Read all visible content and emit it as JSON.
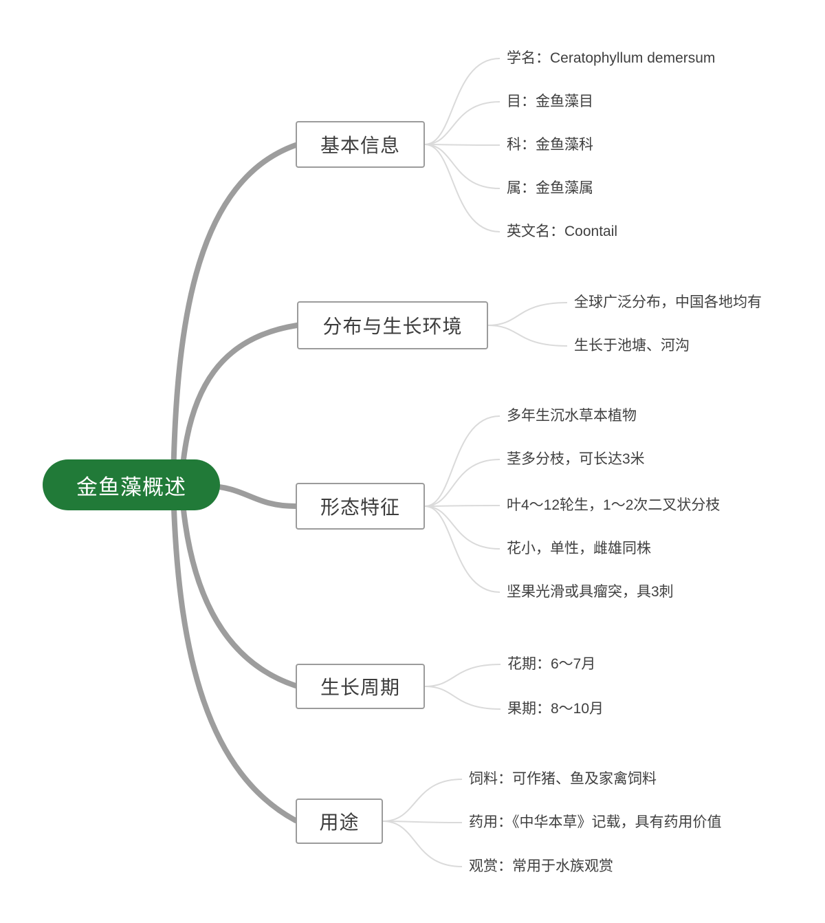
{
  "root": {
    "label": "金鱼藻概述"
  },
  "colors": {
    "root_bg": "#217a38",
    "root_text": "#ffffff",
    "branch_line": "#9d9d9d",
    "leaf_line": "#dadada",
    "box_border": "#9b9b9b",
    "box_text": "#3c3c3c",
    "leaf_text": "#3f3f3f",
    "background": "#ffffff"
  },
  "branches": [
    {
      "label": "基本信息",
      "children": [
        "学名：Ceratophyllum demersum",
        "目：金鱼藻目",
        "科：金鱼藻科",
        "属：金鱼藻属",
        "英文名：Coontail"
      ]
    },
    {
      "label": "分布与生长环境",
      "children": [
        "全球广泛分布，中国各地均有",
        "生长于池塘、河沟"
      ]
    },
    {
      "label": "形态特征",
      "children": [
        "多年生沉水草本植物",
        "茎多分枝，可长达3米",
        "叶4～12轮生，1～2次二叉状分枝",
        "花小，单性，雌雄同株",
        "坚果光滑或具瘤突，具3刺"
      ]
    },
    {
      "label": "生长周期",
      "children": [
        "花期：6～7月",
        "果期：8～10月"
      ]
    },
    {
      "label": "用途",
      "children": [
        "饲料：可作猪、鱼及家禽饲料",
        "药用：《中华本草》记载，具有药用价值",
        "观赏：常用于水族观赏"
      ]
    }
  ]
}
